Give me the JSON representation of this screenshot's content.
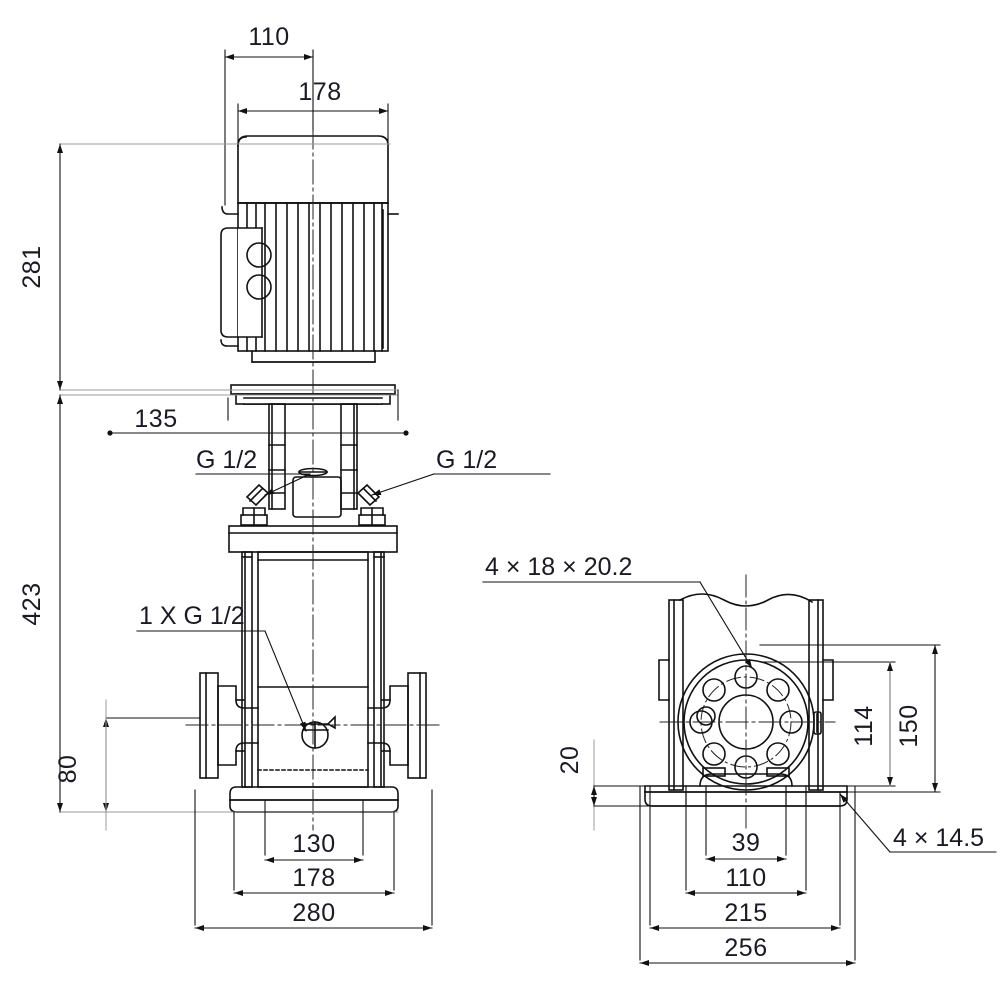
{
  "drawing": {
    "title": "Vertical multistage centrifugal pump dimensional drawing",
    "units": "mm",
    "line_color": "#111111",
    "text_color": "#1a1a24",
    "background": "#ffffff"
  },
  "views": {
    "front": {
      "name": "front-elevation-view",
      "dimensions": {
        "motor_width_inner": "110",
        "motor_width_outer": "178",
        "motor_height": "281",
        "pump_height": "423",
        "stool_width": "135",
        "flange_height": "80",
        "base_bolt_spacing": "130",
        "base_width_inner": "178",
        "base_width_outer": "280"
      },
      "labels": {
        "port_left": "G 1/2",
        "port_right": "G 1/2",
        "drain": "1 X G 1/2"
      }
    },
    "side": {
      "name": "side-view",
      "dimensions": {
        "base_thickness": "20",
        "flange_centre_height": "114",
        "overall_height": "150",
        "bolt_slot_spacing": "39",
        "bolt_circle": "110",
        "base_length_inner": "215",
        "base_length_outer": "256"
      },
      "labels": {
        "slot_callout": "4 × 18      × 20.2",
        "hole_callout": "4  ×  14.5"
      }
    }
  },
  "dimension_list": [
    {
      "value": "110",
      "orientation": "horizontal",
      "view": "front"
    },
    {
      "value": "178",
      "orientation": "horizontal",
      "view": "front"
    },
    {
      "value": "281",
      "orientation": "vertical",
      "view": "front"
    },
    {
      "value": "423",
      "orientation": "vertical",
      "view": "front"
    },
    {
      "value": "135",
      "orientation": "horizontal",
      "view": "front"
    },
    {
      "value": "80",
      "orientation": "vertical",
      "view": "front"
    },
    {
      "value": "130",
      "orientation": "horizontal",
      "view": "front"
    },
    {
      "value": "178",
      "orientation": "horizontal",
      "view": "front"
    },
    {
      "value": "280",
      "orientation": "horizontal",
      "view": "front"
    },
    {
      "value": "20",
      "orientation": "vertical",
      "view": "side"
    },
    {
      "value": "114",
      "orientation": "vertical",
      "view": "side"
    },
    {
      "value": "150",
      "orientation": "vertical",
      "view": "side"
    },
    {
      "value": "39",
      "orientation": "horizontal",
      "view": "side"
    },
    {
      "value": "110",
      "orientation": "horizontal",
      "view": "side"
    },
    {
      "value": "215",
      "orientation": "horizontal",
      "view": "side"
    },
    {
      "value": "256",
      "orientation": "horizontal",
      "view": "side"
    }
  ]
}
